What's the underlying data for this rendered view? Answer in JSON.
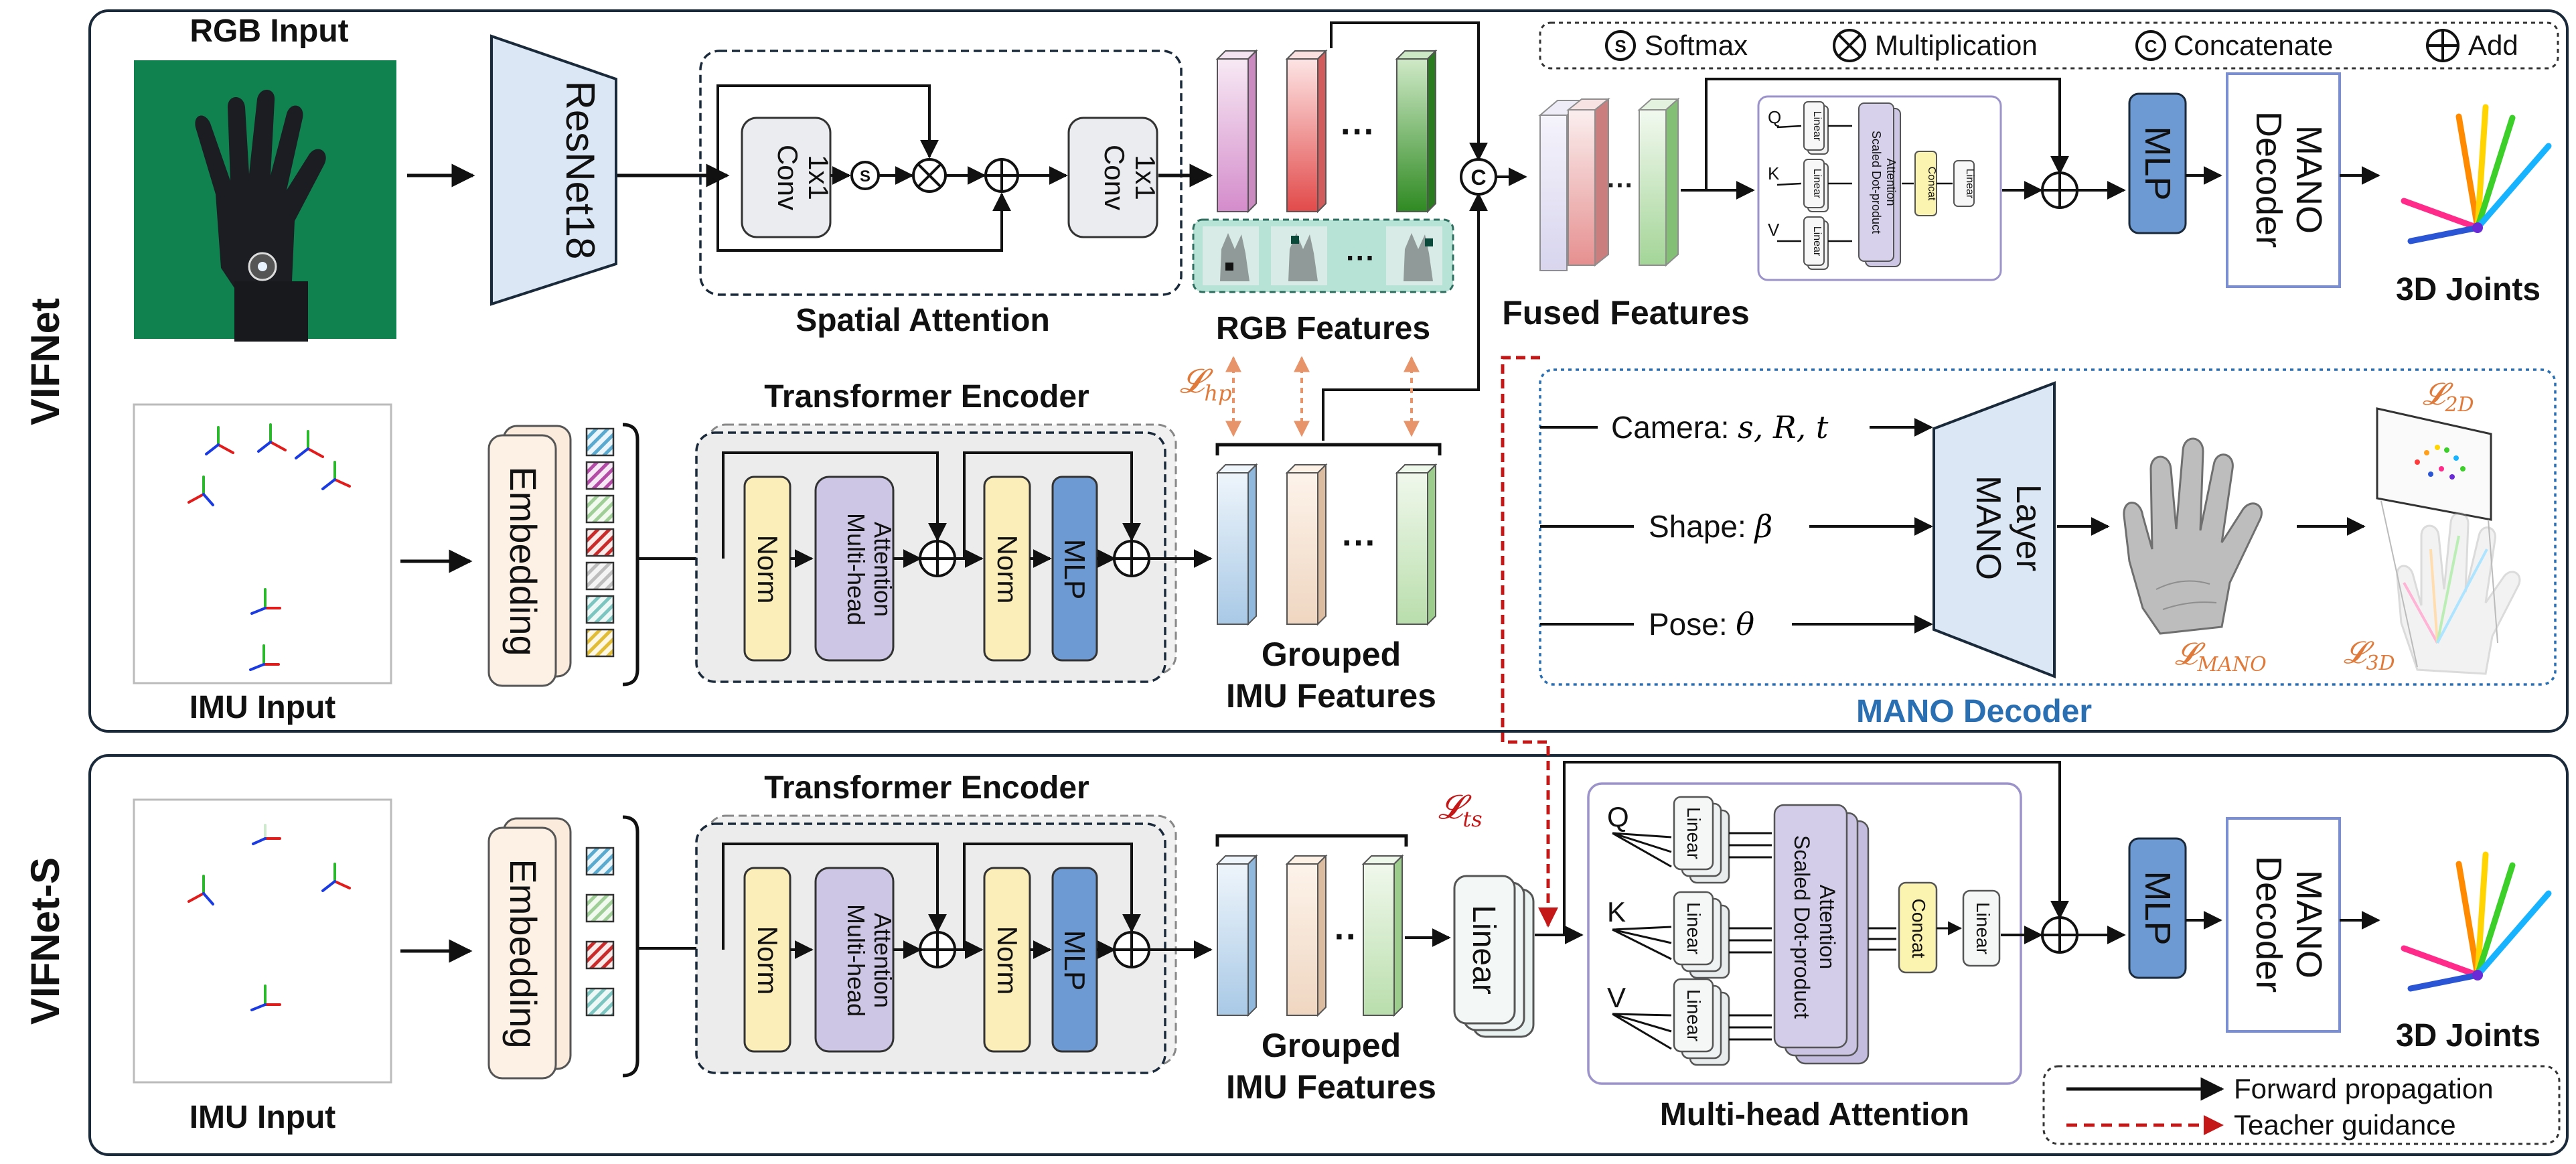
{
  "legend": {
    "softmax_symbol": "S",
    "softmax": "Softmax",
    "multiplication_symbol": "⊗",
    "multiplication": "Multiplication",
    "concatenate_symbol": "C",
    "concatenate": "Concatenate",
    "add_symbol": "⊕",
    "add": "Add",
    "forward": "Forward propagation",
    "teacher": "Teacher guidance"
  },
  "vifnet": {
    "label": "VIFNet",
    "rgb_input": "RGB Input",
    "resnet": "ResNet18",
    "conv": "Conv",
    "conv_k": "1x1",
    "spatial_attention": "Spatial Attention",
    "rgb_features": "RGB Features",
    "fused_features": "Fused Features",
    "imu_input": "IMU Input",
    "embedding": "Embedding",
    "transformer_encoder": "Transformer Encoder",
    "norm": "Norm",
    "mha_1": "Multi-head",
    "mha_2": "Attention",
    "mlp": "MLP",
    "grouped_1": "Grouped",
    "grouped_2": "IMU Features",
    "loss_hp": "𝓛",
    "loss_hp_sub": "hp",
    "mano_decoder_1": "MANO",
    "mano_decoder_2": "Decoder",
    "joints": "3D Joints",
    "ellipsis": "···"
  },
  "attention_block": {
    "q": "Q",
    "k": "K",
    "v": "V",
    "linear": "Linear",
    "sdpa_1": "Scaled Dot-product",
    "sdpa_2": "Attention",
    "concat": "Concat"
  },
  "mano_panel": {
    "title": "MANO Decoder",
    "camera": "Camera: ",
    "camera_vars": "s, R, t",
    "shape": "Shape: ",
    "shape_var": "β",
    "pose": "Pose: ",
    "pose_var": "θ",
    "layer_1": "MANO",
    "layer_2": "Layer",
    "loss_2d": "𝓛",
    "loss_2d_sub": "2D",
    "loss_mano": "𝓛",
    "loss_mano_sub": "MANO",
    "loss_3d": "𝓛",
    "loss_3d_sub": "3D"
  },
  "vifnet_s": {
    "label": "VIFNet-S",
    "imu_input": "IMU Input",
    "embedding": "Embedding",
    "transformer_encoder": "Transformer Encoder",
    "norm": "Norm",
    "mha_1": "Multi-head",
    "mha_2": "Attention",
    "mlp": "MLP",
    "grouped_1": "Grouped",
    "grouped_2": "IMU Features",
    "linear": "Linear",
    "loss_ts": "𝓛",
    "loss_ts_sub": "ts",
    "multihead_attention": "Multi-head Attention",
    "mano_decoder_1": "MANO",
    "mano_decoder_2": "Decoder",
    "joints": "3D Joints",
    "ellipsis": "··"
  },
  "colors": {
    "frame": "#1a2a3a",
    "accent_blue": "#2b6fb3",
    "loss_orange": "#e07a3a",
    "teacher_red": "#c41818",
    "mlp_blue": "#6e9ad4",
    "norm_yellow": "#fbeeb8",
    "mha_purple": "#cdc6e4",
    "decoder_blue": "#dbe7f4",
    "concat_yellow": "#fbf3b0"
  }
}
